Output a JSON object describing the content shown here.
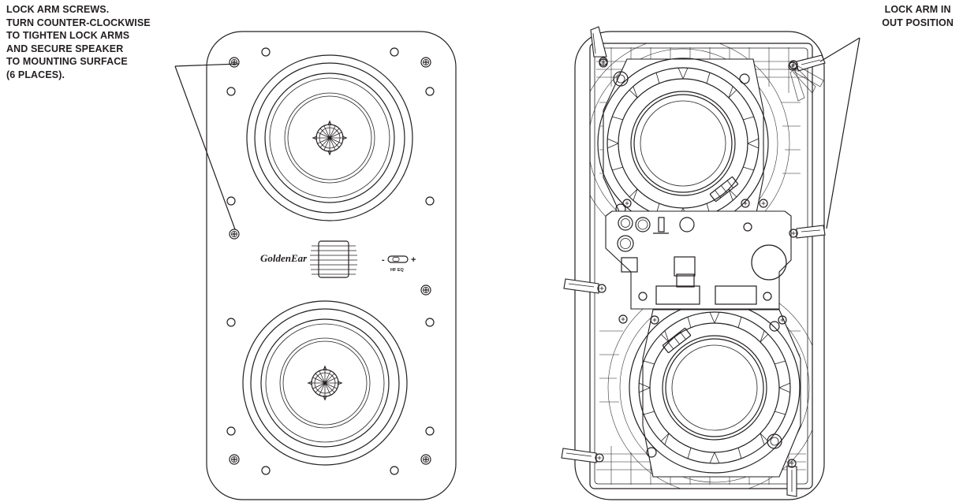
{
  "callouts": {
    "lock_arm_screws": "LOCK ARM SCREWS.\nTURN COUNTER-CLOCKWISE\nTO TIGHTEN LOCK ARMS\nAND SECURE SPEAKER\nTO MOUNTING SURFACE\n(6 PLACES).",
    "lock_arm_out": "LOCK ARM IN\nOUT POSITION"
  },
  "front_panel": {
    "brand": "GoldenEar",
    "eq_minus": "-",
    "eq_plus": "+",
    "eq_label": "HF EQ"
  },
  "colors": {
    "line": "#231f20",
    "background": "#ffffff"
  }
}
